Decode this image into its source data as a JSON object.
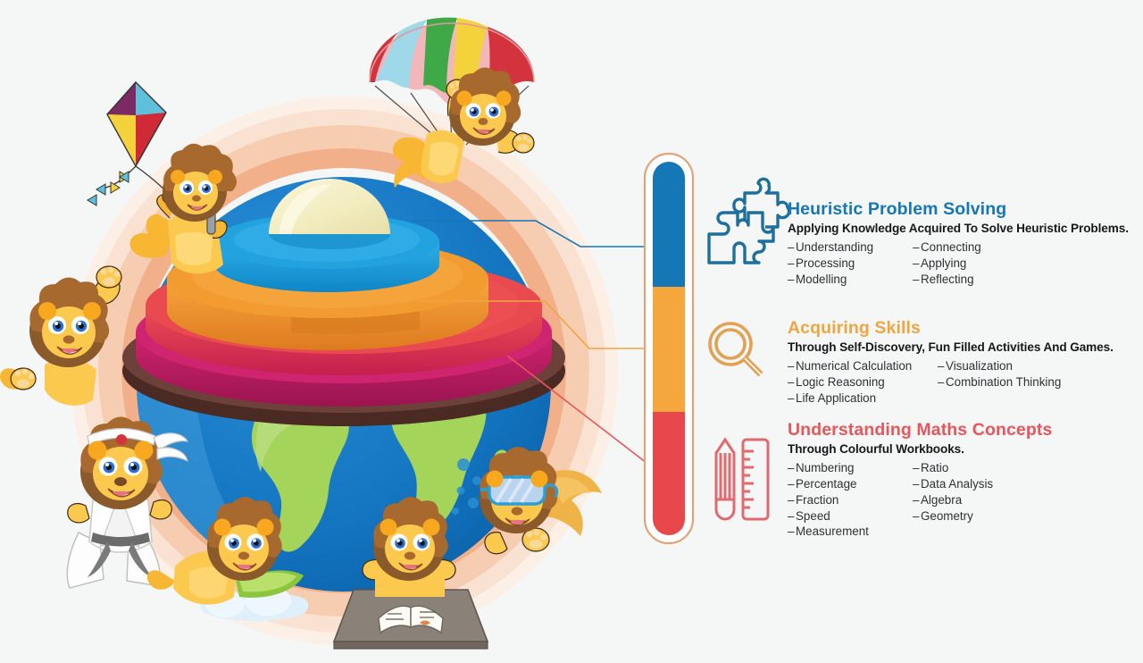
{
  "page": {
    "background_color": "#f5f6f6",
    "title": "Maths Learning Pyramid Infographic"
  },
  "meter": {
    "name": "three-stage-progress-meter",
    "segments": [
      {
        "key": "heuristic",
        "color": "#1577b5",
        "label": "Heuristic Problem Solving"
      },
      {
        "key": "skills",
        "color": "#f5a63d",
        "label": "Acquiring Skills"
      },
      {
        "key": "concepts",
        "color": "#e8474b",
        "label": "Understanding Maths Concepts"
      }
    ],
    "outline_color": "#e0a37a"
  },
  "sections": [
    {
      "key": "heuristic",
      "icon": "puzzle-pieces-icon",
      "color": "#1577b5",
      "title": "Heuristic Problem Solving",
      "subtitle": "Applying Knowledge Acquired To Solve Heuristic Problems.",
      "bullets_left": [
        "Understanding",
        "Processing",
        "Modelling"
      ],
      "bullets_right": [
        "Connecting",
        "Applying",
        "Reflecting"
      ]
    },
    {
      "key": "skills",
      "icon": "magnifying-glass-icon",
      "color": "#efa540",
      "title": "Acquiring Skills",
      "subtitle": "Through Self-Discovery, Fun Filled Activities And Games.",
      "bullets_left": [
        "Numerical Calculation",
        "Logic Reasoning",
        "Life Application"
      ],
      "bullets_right": [
        "Visualization",
        "Combination Thinking"
      ]
    },
    {
      "key": "concepts",
      "icon": "pencil-ruler-icon",
      "color": "#e8565b",
      "title": "Understanding Maths Concepts",
      "subtitle": "Through Colourful Workbooks.",
      "bullets_left": [
        "Numbering",
        "Percentage",
        "Fraction",
        "Speed",
        "Measurement"
      ],
      "bullets_right": [
        "Ratio",
        "Data Analysis",
        "Algebra",
        "Geometry"
      ]
    }
  ],
  "illustration": {
    "name": "globe-with-layer-cake-and-lion-mascots",
    "globe": {
      "ocean_color": "#1479c4",
      "land_color": "#a5d45a",
      "halo_colors": [
        "#f7d9c3",
        "#f4c3a3",
        "#ef9e72",
        "#f08a54"
      ]
    },
    "cake_layers": [
      {
        "key": "dome",
        "color": "#f2eec4"
      },
      {
        "key": "blue-tier",
        "color": "#22a3e0"
      },
      {
        "key": "orange-tier",
        "color": "#f29b30"
      },
      {
        "key": "crimson-tier",
        "color": "#e84a4f"
      },
      {
        "key": "magenta-tier",
        "color": "#c2206a"
      },
      {
        "key": "base-ring",
        "color": "#5a372f"
      }
    ],
    "mascots": [
      {
        "key": "kite-flying-lion",
        "accessory": "kite"
      },
      {
        "key": "parachuting-lion",
        "accessory": "parachute"
      },
      {
        "key": "climbing-lion",
        "accessory": "none"
      },
      {
        "key": "karate-lion",
        "accessory": "white-gi-and-headband"
      },
      {
        "key": "surfing-lion",
        "accessory": "surfboard-and-cloud"
      },
      {
        "key": "studying-lion",
        "accessory": "desk-book-and-pencil"
      },
      {
        "key": "snorkeling-lion",
        "accessory": "diving-mask"
      }
    ],
    "connectors": [
      {
        "key": "connector-heuristic",
        "color": "#1577b5"
      },
      {
        "key": "connector-skills",
        "color": "#efa540"
      },
      {
        "key": "connector-concepts",
        "color": "#e8565b"
      }
    ]
  }
}
